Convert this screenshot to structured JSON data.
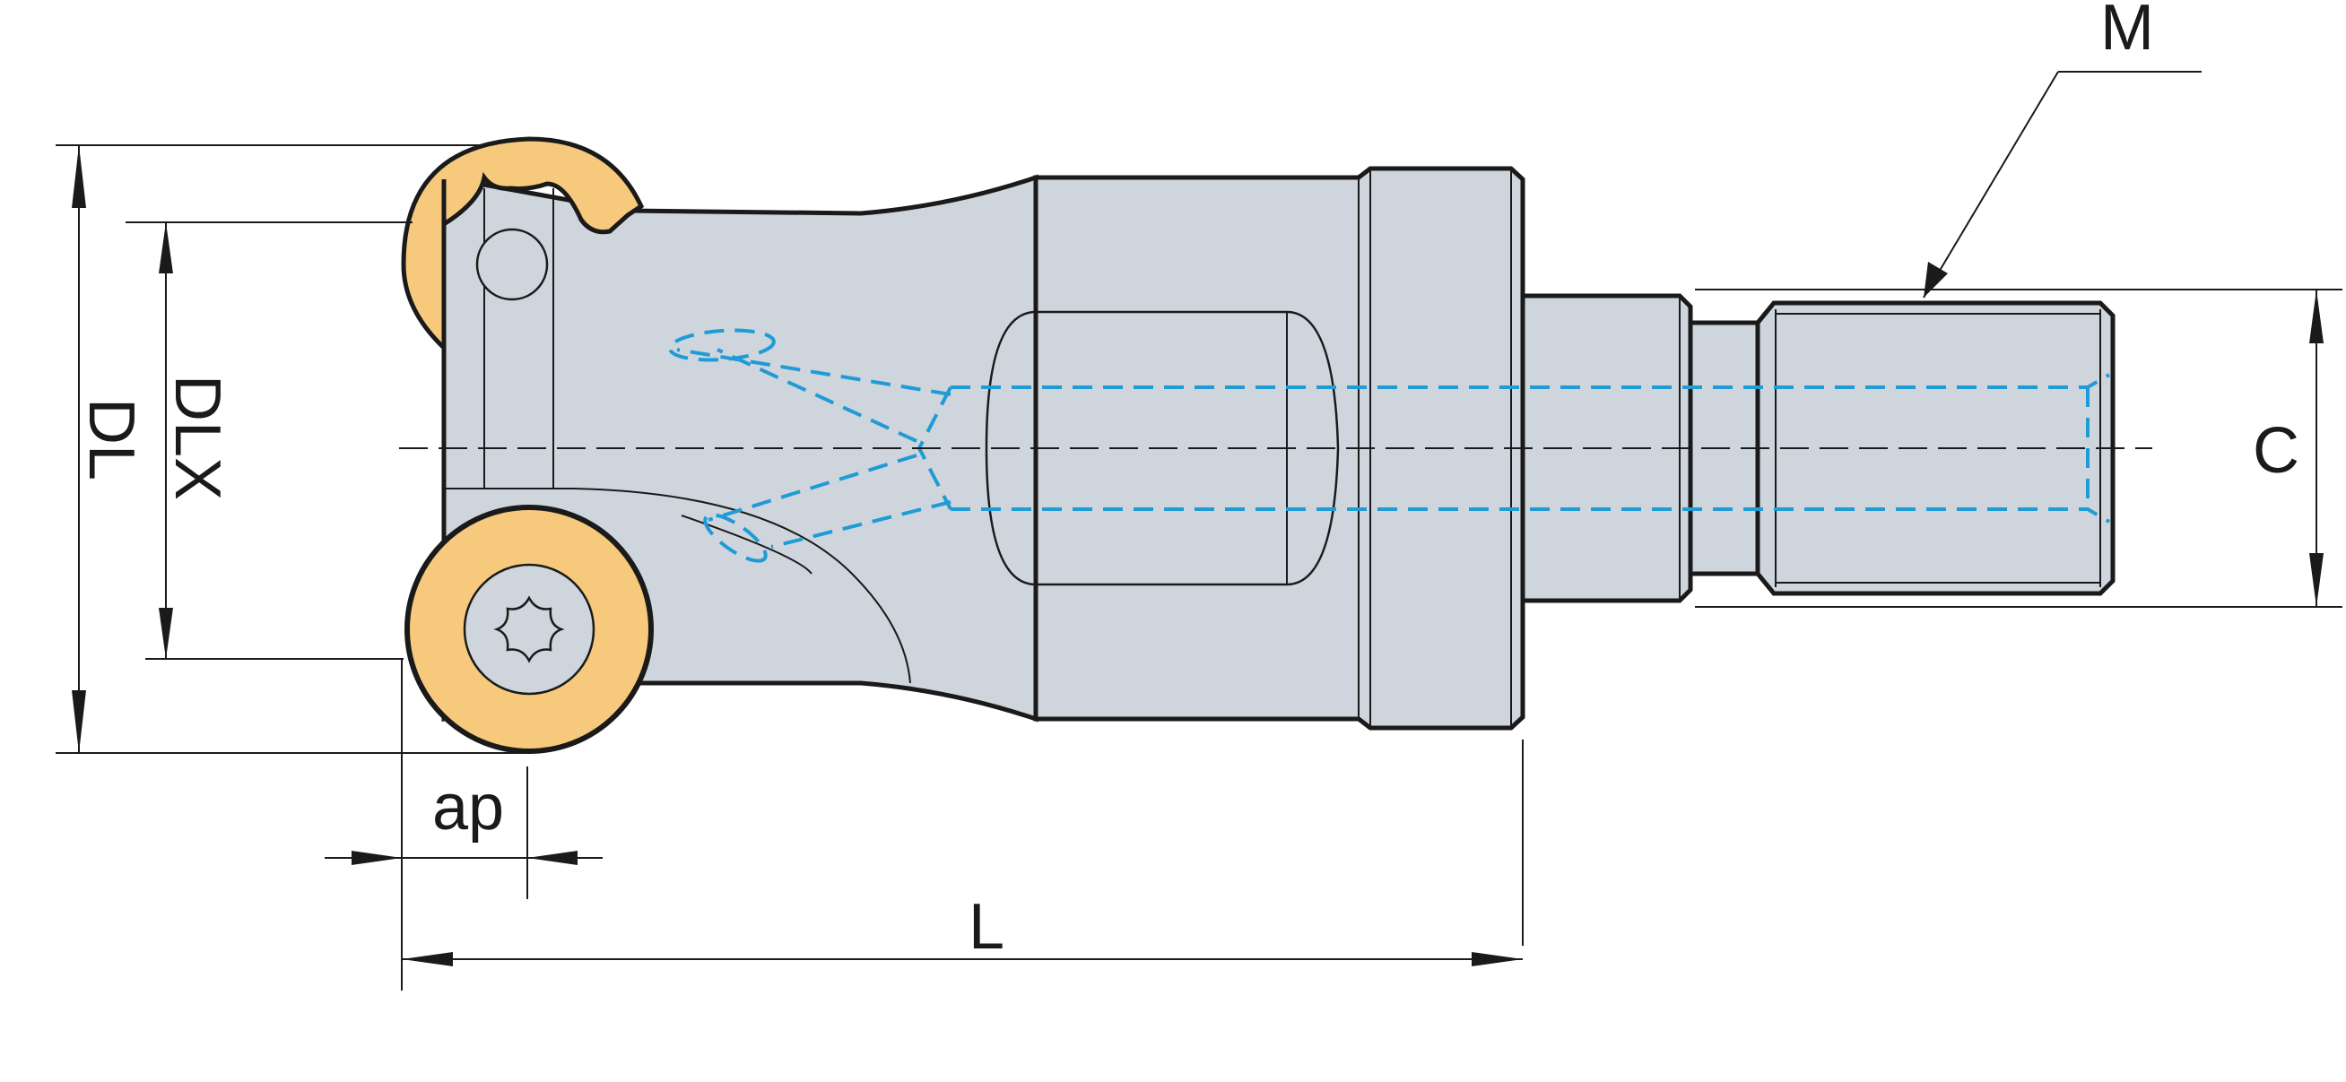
{
  "colors": {
    "body_fill": "#cfd5dc",
    "insert_fill": "#f6c97c",
    "outline": "#1a1a1a",
    "coolant": "#1f9bd6",
    "background": "#ffffff"
  },
  "labels": {
    "DL": "DL",
    "DLX": "DLX",
    "ap": "ap",
    "L": "L",
    "M": "M",
    "C": "C"
  }
}
